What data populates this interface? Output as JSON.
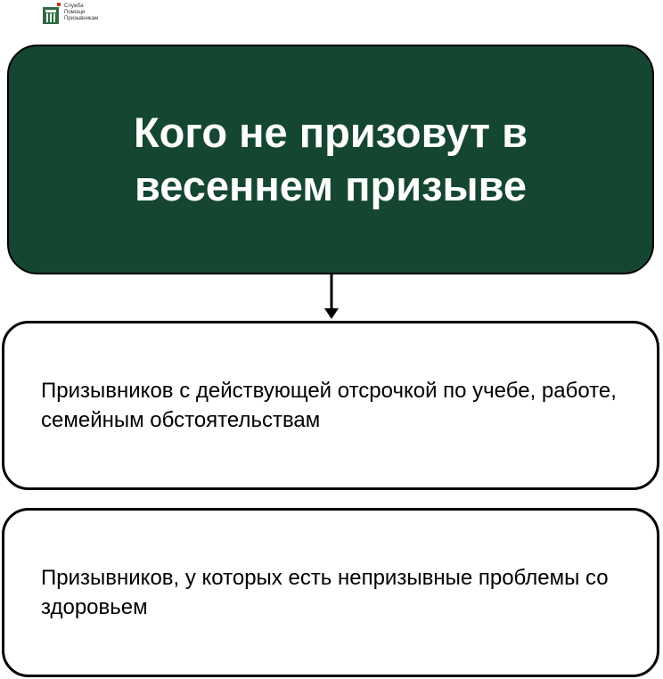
{
  "logo": {
    "line1": "Служба",
    "line2": "Помощи",
    "line3": "Призывникам",
    "icon": "building-logo-icon"
  },
  "title": {
    "text": "Кого не призовут в весеннем призыве"
  },
  "items": [
    {
      "text": "Призывников с действующей отсрочкой по учебе, работе, семейным обстоятельствам"
    },
    {
      "text": "Призывников, у которых есть непризывные проблемы со здоровьем"
    }
  ],
  "colors": {
    "title_bg": "#154632",
    "border": "#000000",
    "title_text": "#ffffff"
  }
}
